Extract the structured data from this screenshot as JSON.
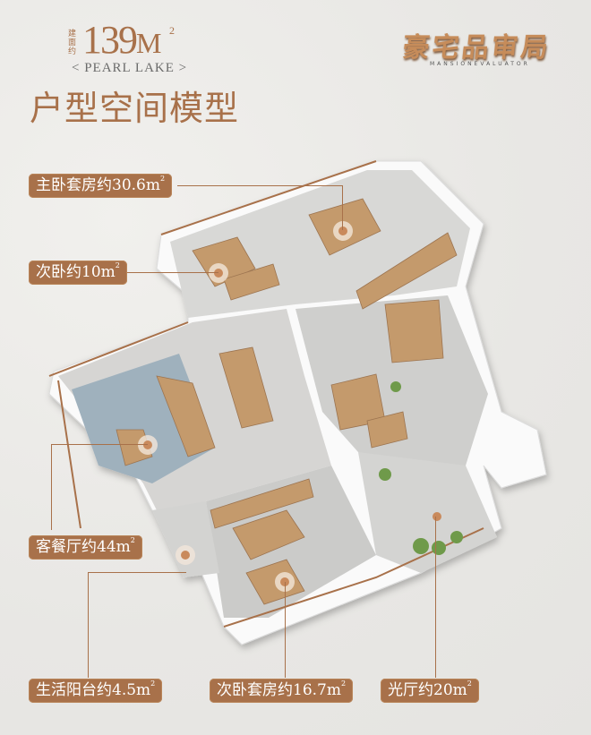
{
  "header": {
    "area_prefix": "建面约",
    "area_number": "139",
    "area_unit": "M",
    "area_sup": "2",
    "subtitle": "< PEARL LAKE >",
    "title": "户型空间模型"
  },
  "logo": {
    "text": "豪宅品审局",
    "subtitle": "MANSIONEVALUATOR"
  },
  "colors": {
    "accent": "#a8714a",
    "background": "#ecebe8",
    "label_text": "#ffffff"
  },
  "rooms": [
    {
      "name": "主卧套房约30.6m",
      "sup": "2"
    },
    {
      "name": "次卧约10m",
      "sup": "2"
    },
    {
      "name": "客餐厅约44m",
      "sup": "2"
    },
    {
      "name": "生活阳台约4.5m",
      "sup": "2"
    },
    {
      "name": "次卧套房约16.7m",
      "sup": "2"
    },
    {
      "name": "光厅约20m",
      "sup": "2"
    }
  ]
}
